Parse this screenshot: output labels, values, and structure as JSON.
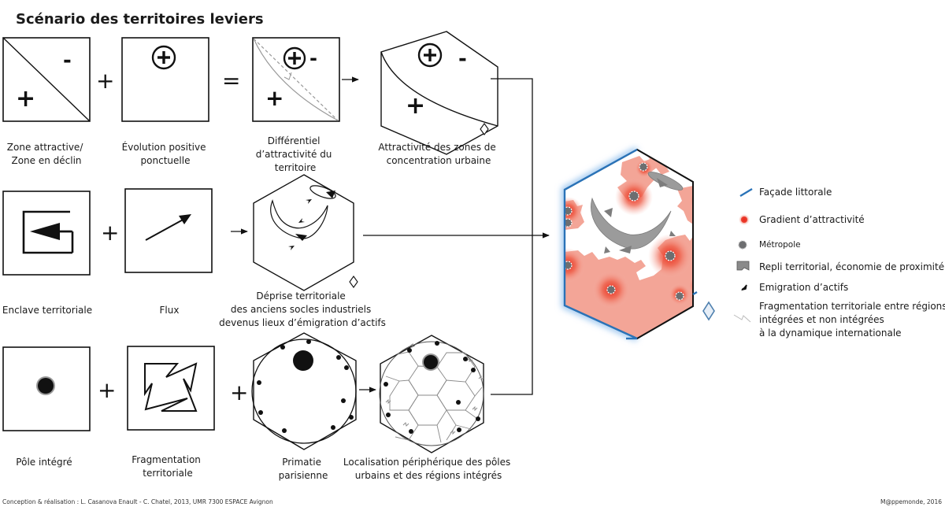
{
  "title": "Scénario des territoires leviers",
  "operators": {
    "plus": "+",
    "equals": "=",
    "minus": "-"
  },
  "row1": {
    "zone": {
      "caption": [
        "Zone attractive/",
        "Zone en déclin"
      ],
      "plus_sign": "+",
      "minus_sign": "-"
    },
    "evolution": {
      "caption": [
        "Évolution positive",
        "ponctuelle"
      ]
    },
    "differentiel": {
      "caption": [
        "Différentiel",
        "d’attractivité du",
        "territoire"
      ]
    },
    "attractivite": {
      "caption": [
        "Attractivité des zones de",
        "concentration urbaine"
      ]
    }
  },
  "row2": {
    "enclave": {
      "caption": [
        "Enclave territoriale"
      ]
    },
    "flux": {
      "caption": [
        "Flux"
      ]
    },
    "deprise": {
      "caption": [
        "Déprise territoriale",
        "des anciens socles industriels",
        "devenus lieux d’émigration d’actifs"
      ]
    }
  },
  "row3": {
    "pole": {
      "caption": [
        "Pôle intégré"
      ]
    },
    "fragmentation": {
      "caption": [
        "Fragmentation",
        "territoriale"
      ]
    },
    "primatie": {
      "caption": [
        "Primatie",
        "parisienne"
      ]
    },
    "localisation": {
      "caption": [
        "Localisation périphérique des pôles",
        "urbains et des régions intégrés"
      ]
    }
  },
  "legend": {
    "items": [
      {
        "icon": "coastline-icon",
        "label": [
          "Façade littorale"
        ],
        "color": "#2a73b8"
      },
      {
        "icon": "attractiveness-gradient-icon",
        "label": [
          "Gradient d’attractivité"
        ],
        "color": "#e8291c"
      },
      {
        "icon": "metropole-icon",
        "label": [
          "Métropole"
        ],
        "color": "#6d6e70"
      },
      {
        "icon": "territorial-retreat-icon",
        "label": [
          "Repli territorial, économie de proximité"
        ],
        "color": "#9a9a9a"
      },
      {
        "icon": "emigration-arrow-icon",
        "label": [
          "Emigration d’actifs"
        ],
        "color": "#111111"
      },
      {
        "icon": "fragmentation-line-icon",
        "label": [
          "Fragmentation territoriale entre régions",
          "intégrées et non intégrées",
          "à la dynamique internationale"
        ],
        "color": "#bbbbbb"
      }
    ]
  },
  "colors": {
    "coast": "#2a73b8",
    "attractive": "#e8291c",
    "attractive_zone": "#f6b3a8",
    "retreat": "#9b9b9b",
    "metropole": "#6d6e70"
  },
  "footer": {
    "credits": "Conception & réalisation : L. Casanova Enault - C. Chatel, 2013, UMR 7300 ESPACE Avignon",
    "source": "M@ppemonde, 2016"
  }
}
